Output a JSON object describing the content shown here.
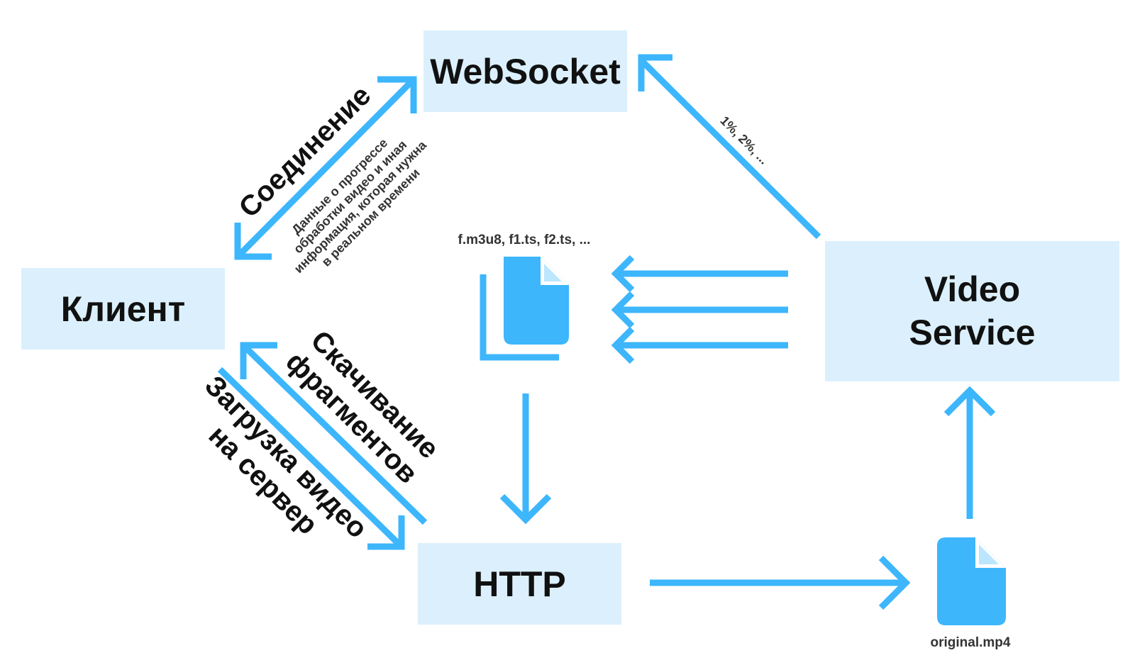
{
  "nodes": {
    "client": "Клиент",
    "websocket": "WebSocket",
    "http": "HTTP",
    "video_service": [
      "Video",
      "Service"
    ]
  },
  "labels": {
    "connection": "Соединение",
    "realtime_info": [
      "Данные о прогрессе",
      "обработки видео и иная",
      "информация, которая нужна",
      "в реальном времени"
    ],
    "download_fragments": [
      "Скачивание",
      "фрагментов"
    ],
    "upload_video": [
      "Загрузка видео",
      "на сервер"
    ],
    "progress": "1%, 2%, ...",
    "fragment_files": "f.m3u8, f1.ts, f2.ts, ...",
    "original_file": "original.mp4"
  },
  "icons": {
    "fragments": "file-copy-icon",
    "original": "file-icon"
  },
  "colors": {
    "arrow": "#3db6fc",
    "box": "#dbf0fc",
    "text": "#111111"
  }
}
